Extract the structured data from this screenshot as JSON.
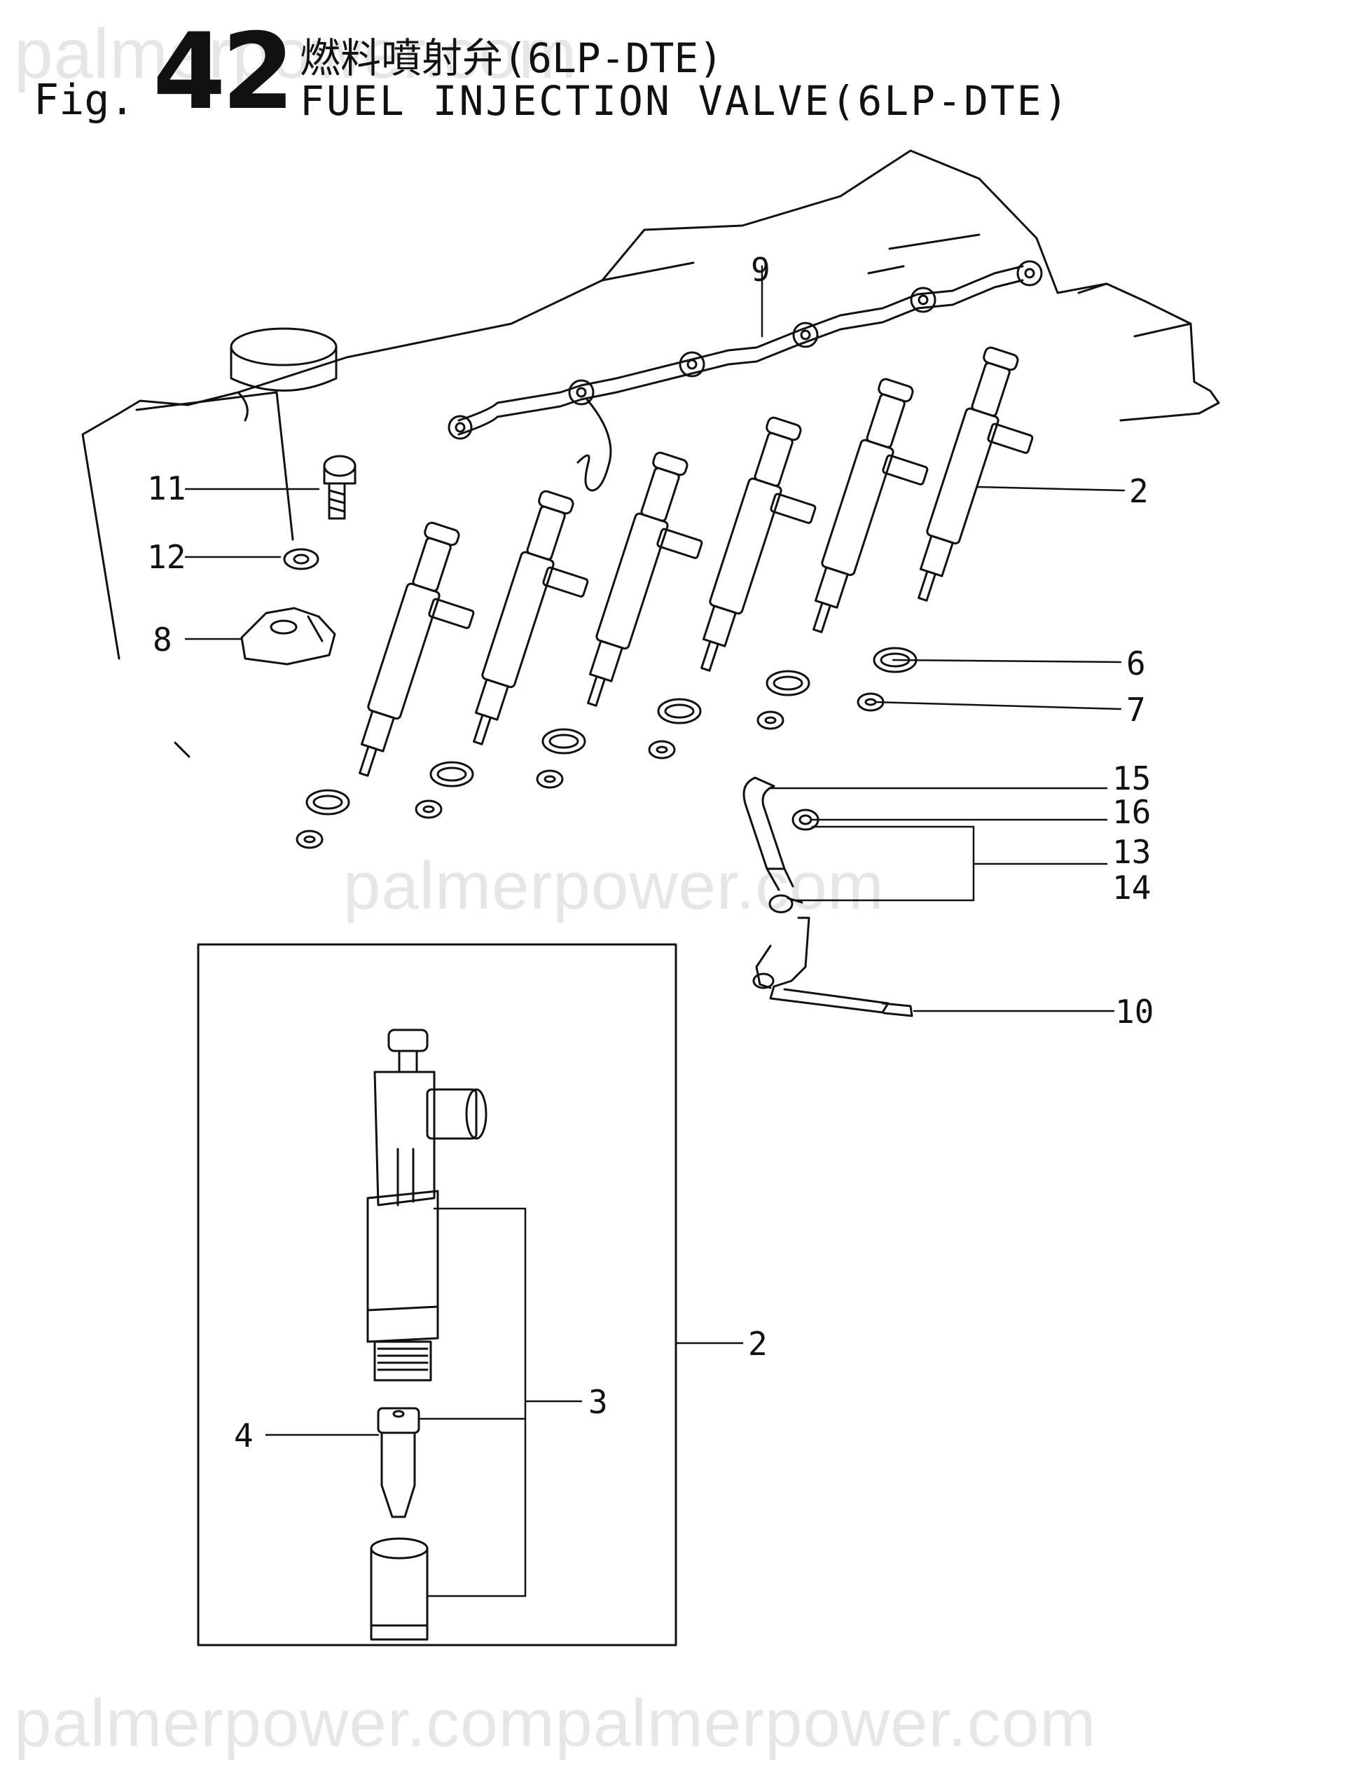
{
  "figure": {
    "prefix": "Fig.",
    "number": "42",
    "title_jp": "燃料噴射弁(6LP-DTE)",
    "title_en": "FUEL INJECTION VALVE(6LP-DTE)"
  },
  "watermarks": [
    "palmerpower.com",
    "palmerpower.com",
    "palmerpower.compalmerpower.com"
  ],
  "callouts": {
    "c2_top": "2",
    "c6": "6",
    "c7": "7",
    "c8": "8",
    "c9": "9",
    "c10": "10",
    "c11": "11",
    "c12": "12",
    "c13": "13",
    "c14": "14",
    "c15": "15",
    "c16": "16",
    "c2_box": "2",
    "c3": "3",
    "c4": "4"
  }
}
